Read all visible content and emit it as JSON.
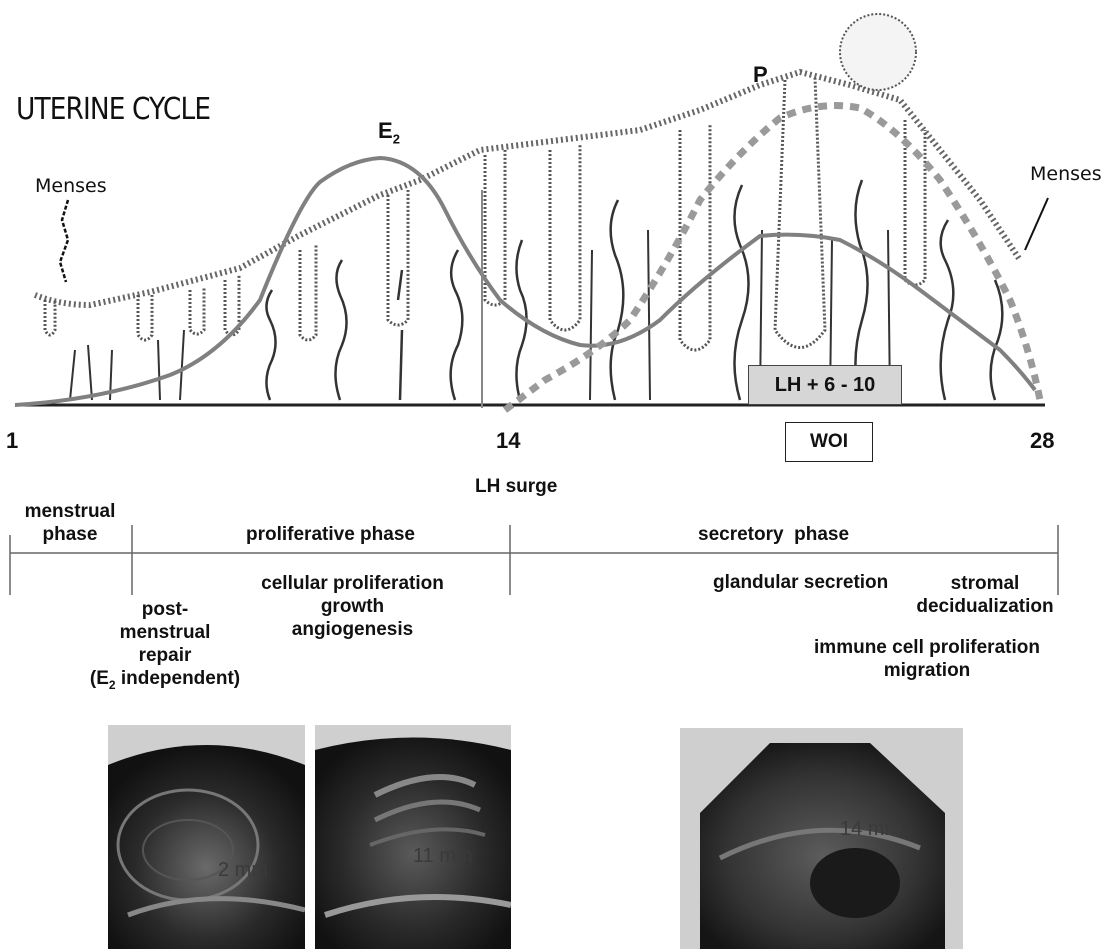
{
  "title": "UTERINE CYCLE",
  "labels": {
    "menses_left": "Menses",
    "menses_right": "Menses",
    "e2": "E",
    "e2_sub": "2",
    "progesterone": "P",
    "lh_window": "LH + 6 - 10",
    "woi": "WOI",
    "lh_surge": "LH surge"
  },
  "days": {
    "start": "1",
    "mid": "14",
    "end": "28"
  },
  "phases": {
    "menstrual": [
      "menstrual",
      "phase"
    ],
    "proliferative": "proliferative phase",
    "secretory": "secretory  phase"
  },
  "processes": {
    "post_menstrual": [
      "post-",
      "menstrual",
      "repair"
    ],
    "e2_independent_prefix": "(E",
    "e2_independent_sub": "2",
    "e2_independent_suffix": " independent)",
    "proliferative": [
      "cellular proliferation",
      "growth",
      "angiogenesis"
    ],
    "glandular": "glandular secretion",
    "stromal": [
      "stromal",
      "decidualization"
    ],
    "immune": [
      "immune cell proliferation",
      "migration"
    ]
  },
  "ultrasound": {
    "images": [
      "2 mm",
      "11 mm",
      "14 mm"
    ]
  },
  "colors": {
    "curve": "#808080",
    "dashed": "#9a9a9a",
    "tissue": "#555555"
  }
}
